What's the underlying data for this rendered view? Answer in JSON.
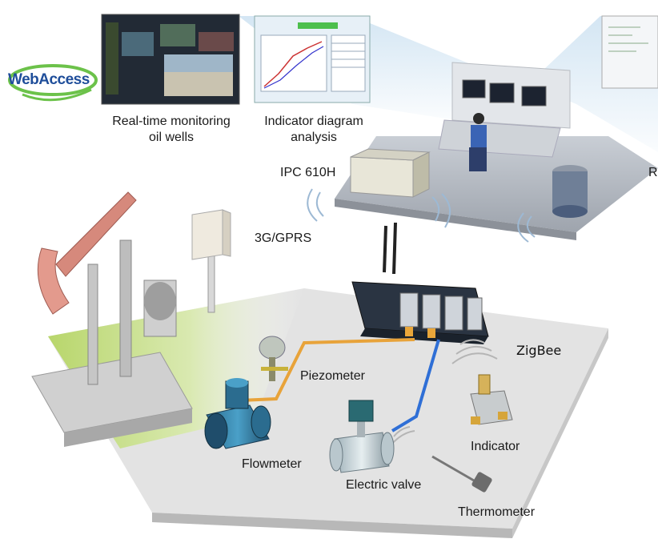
{
  "logo": {
    "text": "WebAccess"
  },
  "screens": {
    "monitoring_label": "Real-time monitoring\noil wells",
    "indicator_label": "Indicator diagram\nanalysis"
  },
  "labels": {
    "ipc": "IPC 610H",
    "r_cut": "R",
    "network": "3G/GPRS",
    "zigbee": "ZigBee",
    "piezometer": "Piezometer",
    "flowmeter": "Flowmeter",
    "electric_valve": "Electric valve",
    "indicator": "Indicator",
    "thermometer": "Thermometer"
  },
  "colors": {
    "ground_green": "#c5dd8a",
    "platform": "#dcdcdc",
    "control_floor": "#b9bec6",
    "orange_pipe": "#e8a33a",
    "blue_pipe": "#2f6fd6",
    "screen_dark": "#1c2330",
    "light_blue_cone": "#cfe3f2",
    "logo_blue": "#1f4e9a",
    "logo_green": "#6cc24a"
  }
}
